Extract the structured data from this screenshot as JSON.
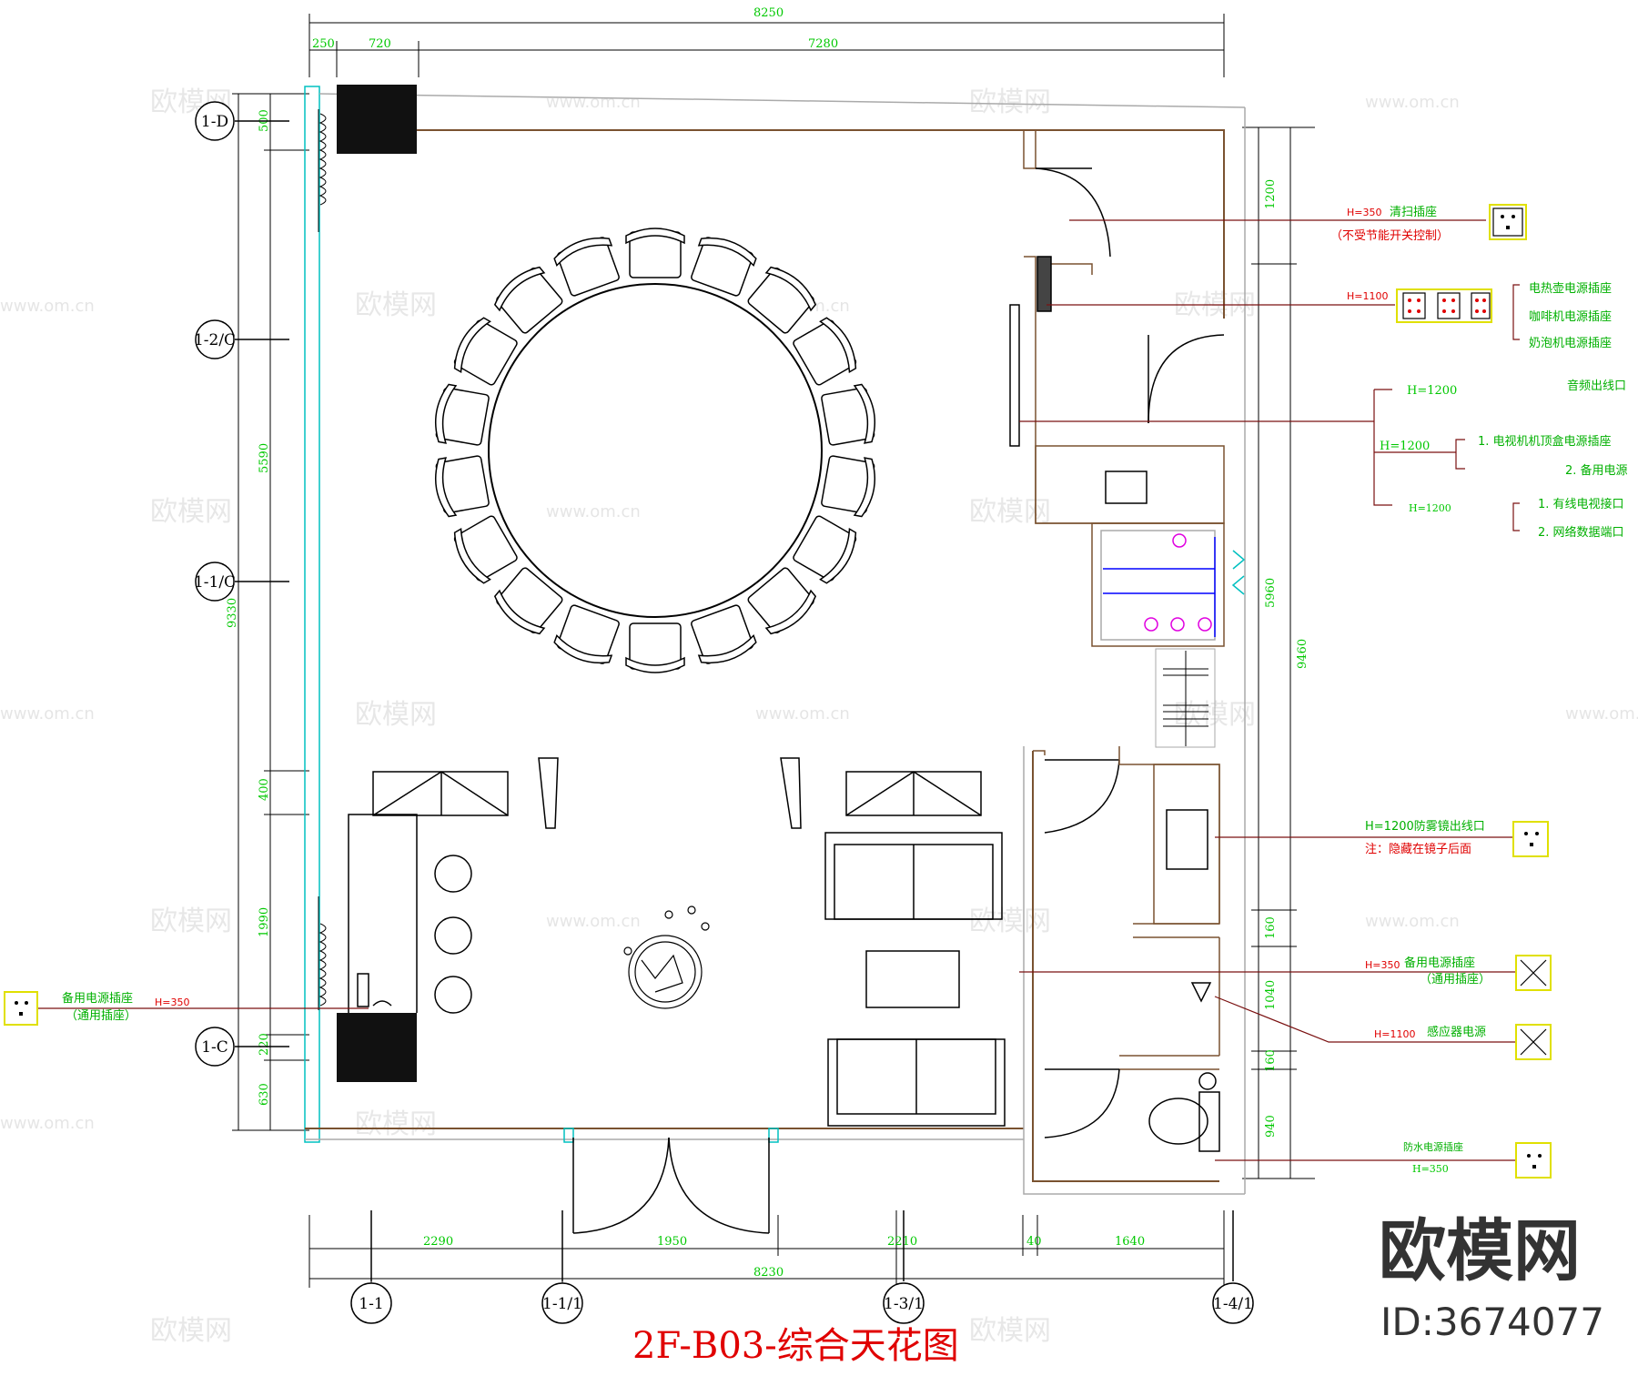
{
  "title": "2F-B03-综合天花图",
  "logo": {
    "name": "欧模网",
    "id": "ID:3674077"
  },
  "watermarks": {
    "brand": "欧模网",
    "url": "www.om.cn"
  },
  "dimensions": {
    "top_total": "8250",
    "top_segments": [
      "250",
      "720",
      "7280"
    ],
    "bottom_total": "8230",
    "bottom_segments": [
      "2290",
      "1950",
      "2210",
      "40",
      "1640"
    ],
    "left_total": "9330",
    "left_segments": [
      "500",
      "5590",
      "400",
      "1990",
      "220",
      "630"
    ],
    "right_total": "9460",
    "right_inner": "5960",
    "right_segments": [
      "1200",
      "160",
      "1040",
      "160",
      "940"
    ]
  },
  "axes": {
    "left": [
      "1-D",
      "1-2/C",
      "1-1/C",
      "1-C"
    ],
    "bottom": [
      "1-1",
      "1-1/1",
      "1-3/1",
      "1-4/1"
    ]
  },
  "annotations": {
    "clean_socket": {
      "height": "H=350",
      "label": "清扫插座",
      "note": "（不受节能开关控制）"
    },
    "appliance": {
      "height": "H=1100",
      "items": [
        "电热壶电源插座",
        "咖啡机电源插座",
        "奶泡机电源插座"
      ]
    },
    "audio_out": "音频出线口",
    "tv": {
      "h1": "H=1200",
      "h2": "H=1200",
      "h3": "H=1200",
      "items1": [
        "1. 电视机机顶盒电源插座",
        "2. 备用电源"
      ],
      "items2": [
        "1. 有线电视接口",
        "2. 网络数据端口"
      ]
    },
    "mirror": {
      "label": "H=1200防雾镜出线口",
      "note": "注：隐藏在镜子后面"
    },
    "spare_right": {
      "height": "H=350",
      "label": "备用电源插座",
      "note": "（通用插座）"
    },
    "sensor": {
      "height": "H=1100",
      "label": "感应器电源"
    },
    "waterproof": {
      "label": "防水电源插座",
      "height": "H=350"
    },
    "spare_left": {
      "label": "备用电源插座",
      "note": "（通用插座）",
      "height": "H=350"
    }
  }
}
